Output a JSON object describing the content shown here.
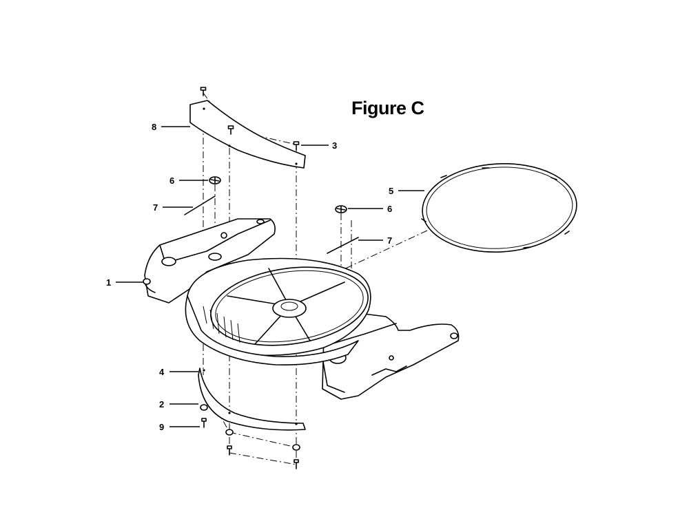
{
  "figure": {
    "title": "Figure C"
  },
  "callouts": [
    {
      "id": "1",
      "label": "1"
    },
    {
      "id": "2",
      "label": "2"
    },
    {
      "id": "3",
      "label": "3"
    },
    {
      "id": "4",
      "label": "4"
    },
    {
      "id": "5",
      "label": "5"
    },
    {
      "id": "6a",
      "label": "6"
    },
    {
      "id": "6b",
      "label": "6"
    },
    {
      "id": "7a",
      "label": "7"
    },
    {
      "id": "7b",
      "label": "7"
    },
    {
      "id": "8",
      "label": "8"
    },
    {
      "id": "9",
      "label": "9"
    }
  ]
}
